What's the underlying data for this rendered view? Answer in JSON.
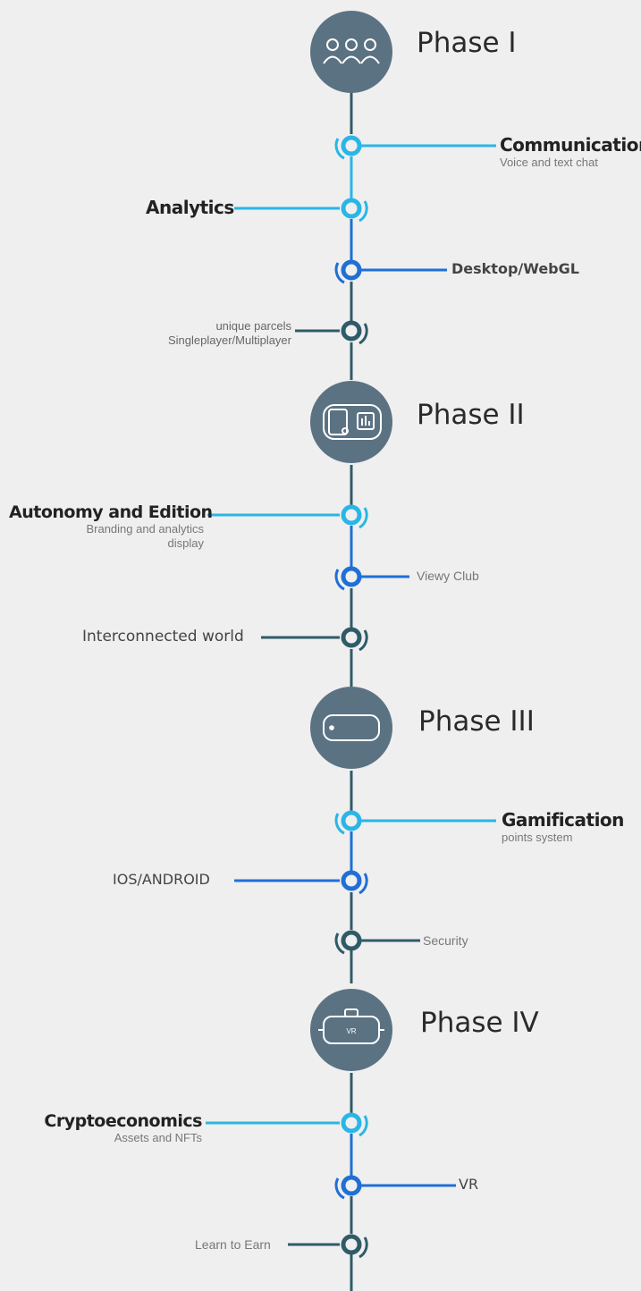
{
  "phases": [
    {
      "label": "Phase I",
      "icon": "people-icon"
    },
    {
      "label": "Phase II",
      "icon": "dashboard-icon"
    },
    {
      "label": "Phase III",
      "icon": "mobile-device-icon"
    },
    {
      "label": "Phase IV",
      "icon": "vr-headset-icon"
    }
  ],
  "milestones": {
    "communication": {
      "title": "Communication",
      "subtitle": "Voice and text chat"
    },
    "analytics": {
      "title": "Analytics"
    },
    "desktop": {
      "title": "Desktop/WebGL"
    },
    "parcels": {
      "line1": "unique parcels",
      "line2": "Singleplayer/Multiplayer"
    },
    "autonomy": {
      "title": "Autonomy and Edition",
      "line1": "Branding and analytics",
      "line2": "display"
    },
    "viewy": {
      "title": "Viewy Club"
    },
    "interconnected": {
      "title": "Interconnected world"
    },
    "gamification": {
      "title": "Gamification",
      "subtitle": "points system"
    },
    "ios": {
      "title": "IOS/ANDROID"
    },
    "security": {
      "title": "Security"
    },
    "crypto": {
      "title": "Cryptoeconomics",
      "subtitle": "Assets and NFTs"
    },
    "vr": {
      "title": "VR"
    },
    "learn": {
      "title": "Learn to Earn"
    }
  },
  "vr_badge": "VR",
  "colors": {
    "light_blue": "#29b6e6",
    "blue": "#1f6fd6",
    "dark_teal": "#2f5b68",
    "phase_circle": "#5b7283",
    "background": "#efefef"
  }
}
